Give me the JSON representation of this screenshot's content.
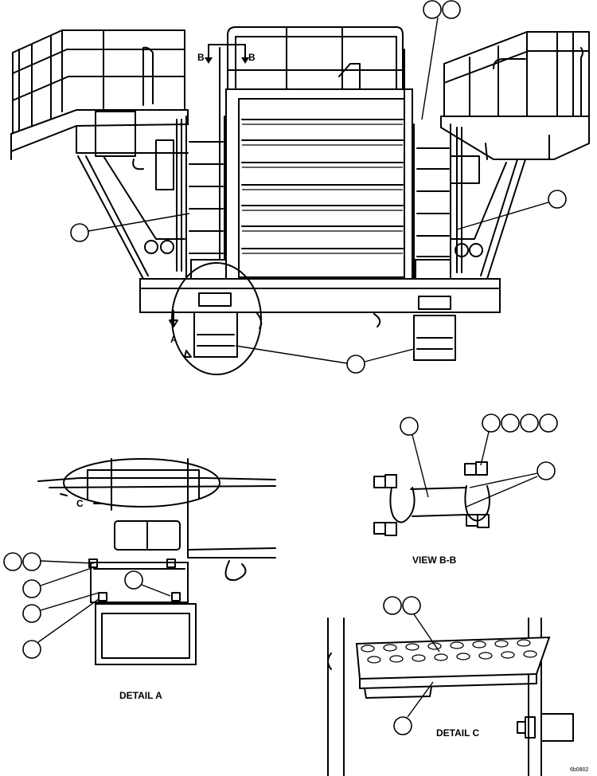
{
  "figure": {
    "section_labels": {
      "b_left": "B",
      "b_right": "B",
      "a_marker": "A",
      "c_marker": "C"
    },
    "captions": {
      "view_bb": "VIEW B-B",
      "detail_a": "DETAIL A",
      "detail_c": "DETAIL C"
    },
    "drawing_number": "6b0802"
  }
}
